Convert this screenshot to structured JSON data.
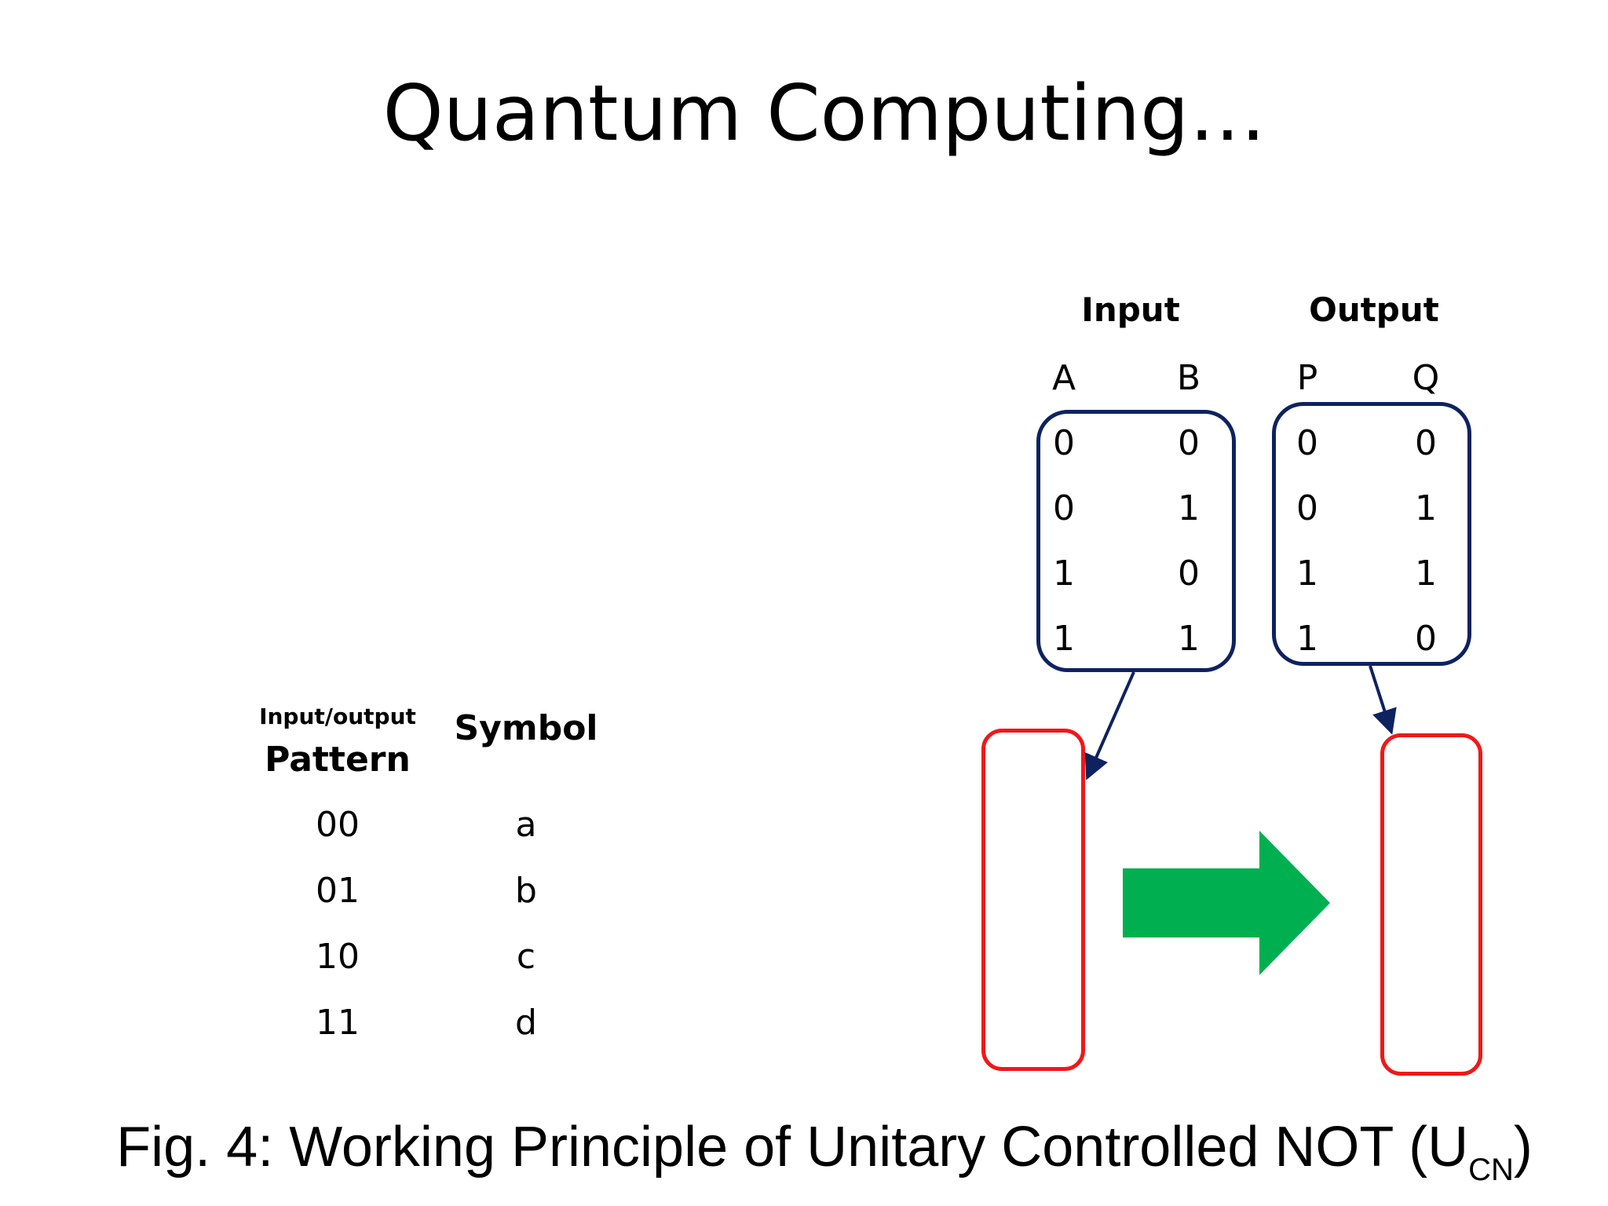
{
  "title": "Quantum Computing…",
  "mapping_table": {
    "header_small": "Input/output",
    "header_pattern": "Pattern",
    "header_symbol": "Symbol",
    "rows": [
      {
        "pattern": "00",
        "symbol": "a"
      },
      {
        "pattern": "01",
        "symbol": "b"
      },
      {
        "pattern": "10",
        "symbol": "c"
      },
      {
        "pattern": "11",
        "symbol": "d"
      }
    ]
  },
  "truth_table": {
    "input_label": "Input",
    "output_label": "Output",
    "columns": [
      "A",
      "B",
      "P",
      "Q"
    ],
    "rows": [
      [
        "0",
        "0",
        "0",
        "0"
      ],
      [
        "0",
        "1",
        "0",
        "1"
      ],
      [
        "1",
        "0",
        "1",
        "1"
      ],
      [
        "1",
        "1",
        "1",
        "0"
      ]
    ]
  },
  "caption": {
    "text": "Fig. 4: Working Principle of Unitary Controlled NOT (U",
    "subscript": "CN",
    "suffix": ")"
  },
  "colors": {
    "box_blue": "#0e2260",
    "box_red": "#f01818",
    "arrow_green": "#00b050"
  }
}
